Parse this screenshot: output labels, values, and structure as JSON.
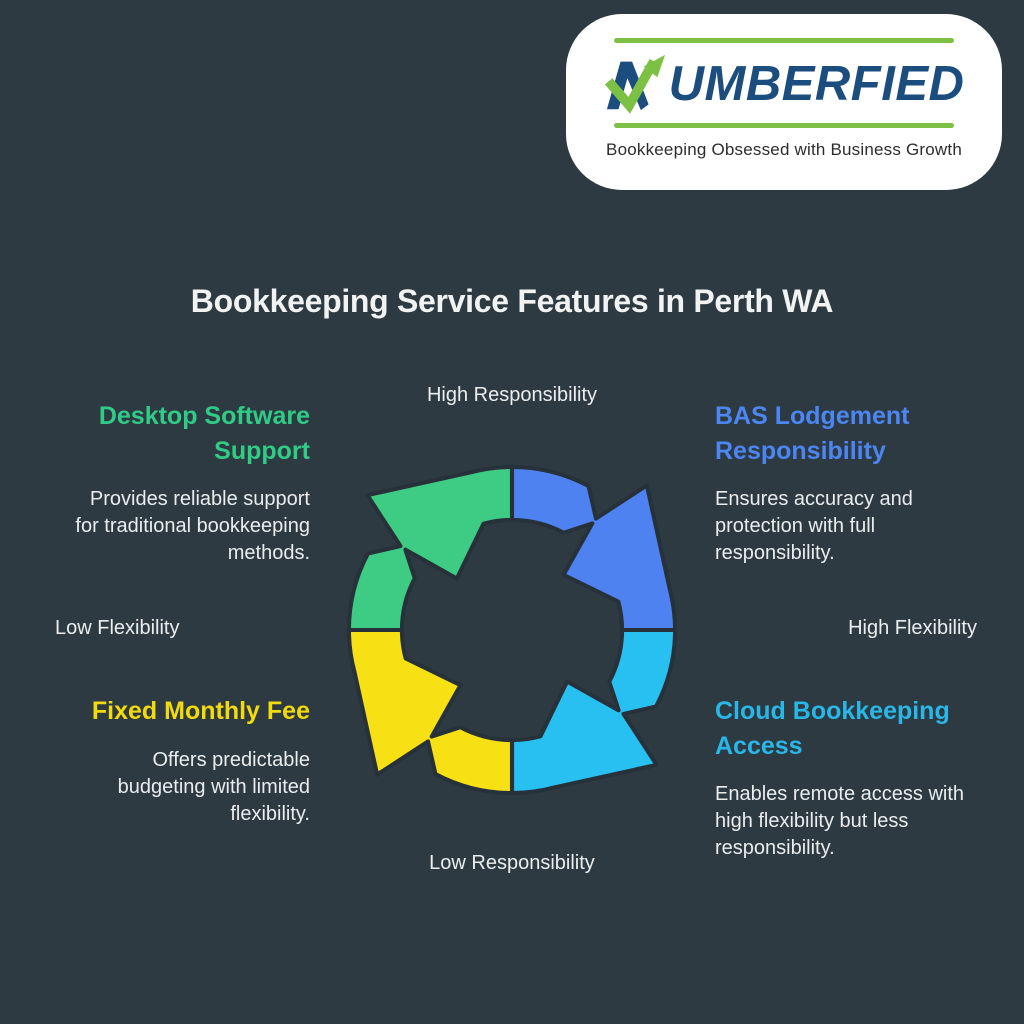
{
  "title": "Bookkeeping Service Features in Perth WA",
  "logo": {
    "brand": "NUMBERFIED",
    "brand_rest": "UMBERFIED",
    "tagline": "Bookkeeping Obsessed with Business Growth",
    "navy": "#1b4e7e",
    "green": "#7cc143",
    "card_background": "#ffffff"
  },
  "colors": {
    "background": "#2e3a42",
    "segment_outline": "#27313a",
    "text_light": "#e9eded"
  },
  "axes": {
    "top": "High Responsibility",
    "bottom": "Low Responsibility",
    "left": "Low Flexibility",
    "right": "High Flexibility"
  },
  "quadrants": [
    {
      "key": "desktop-software-support",
      "heading": "Desktop Software\nSupport",
      "body": "Provides reliable support\nfor traditional bookkeeping\nmethods.",
      "color": "#3ecb83",
      "heading_color": "#30cc85",
      "position": "top-left"
    },
    {
      "key": "bas-lodgement-responsibility",
      "heading": "BAS Lodgement\nResponsibility",
      "body": "Ensures accuracy and\nprotection with full\nresponsibility.",
      "color": "#4e82f0",
      "heading_color": "#4b86f3",
      "position": "top-right"
    },
    {
      "key": "cloud-bookkeeping-access",
      "heading": "Cloud Bookkeeping\nAccess",
      "body": "Enables remote access with\nhigh flexibility but less\nresponsibility.",
      "color": "#27c0f1",
      "heading_color": "#29b7e7",
      "position": "bottom-right"
    },
    {
      "key": "fixed-monthly-fee",
      "heading": "Fixed Monthly Fee",
      "body": "Offers predictable\nbudgeting with limited\nflexibility.",
      "color": "#f7e013",
      "heading_color": "#f3da0b",
      "position": "bottom-left"
    }
  ]
}
